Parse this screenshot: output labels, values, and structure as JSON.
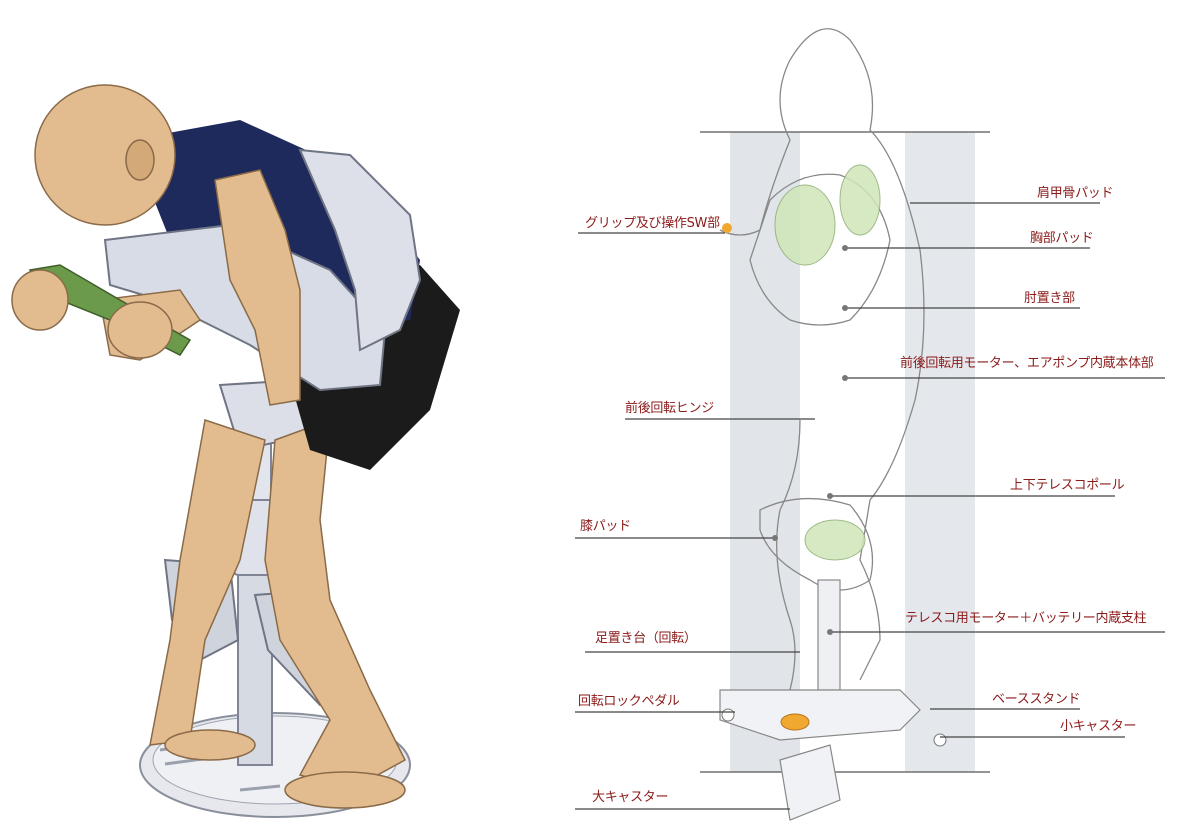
{
  "labels": {
    "shoulder_pad": "肩甲骨パッド",
    "grip_sw": "グリップ及び操作SW部",
    "chest_pad": "胸部パッド",
    "elbow_rest": "肘置き部",
    "motor_body": "前後回転用モーター、エアポンプ内蔵本体部",
    "hinge": "前後回転ヒンジ",
    "tele_pole": "上下テレスコポール",
    "knee_pad": "膝パッド",
    "tele_motor": "テレスコ用モーター＋バッテリー内蔵支柱",
    "foot_rest": "足置き台（回転）",
    "lock_pedal": "回転ロックペダル",
    "base_stand": "ベーススタンド",
    "small_caster": "小キャスター",
    "large_caster": "大キャスター"
  },
  "colors": {
    "label_text": "#8b1a1a",
    "skin": "#e2bc8f",
    "shirt": "#1f2a5c",
    "shorts": "#1b1b1b",
    "device": "#d8dce6",
    "grip": "#6a9a4a",
    "pad_green": "#cfe6b8",
    "pedal_orange": "#f0a830"
  }
}
